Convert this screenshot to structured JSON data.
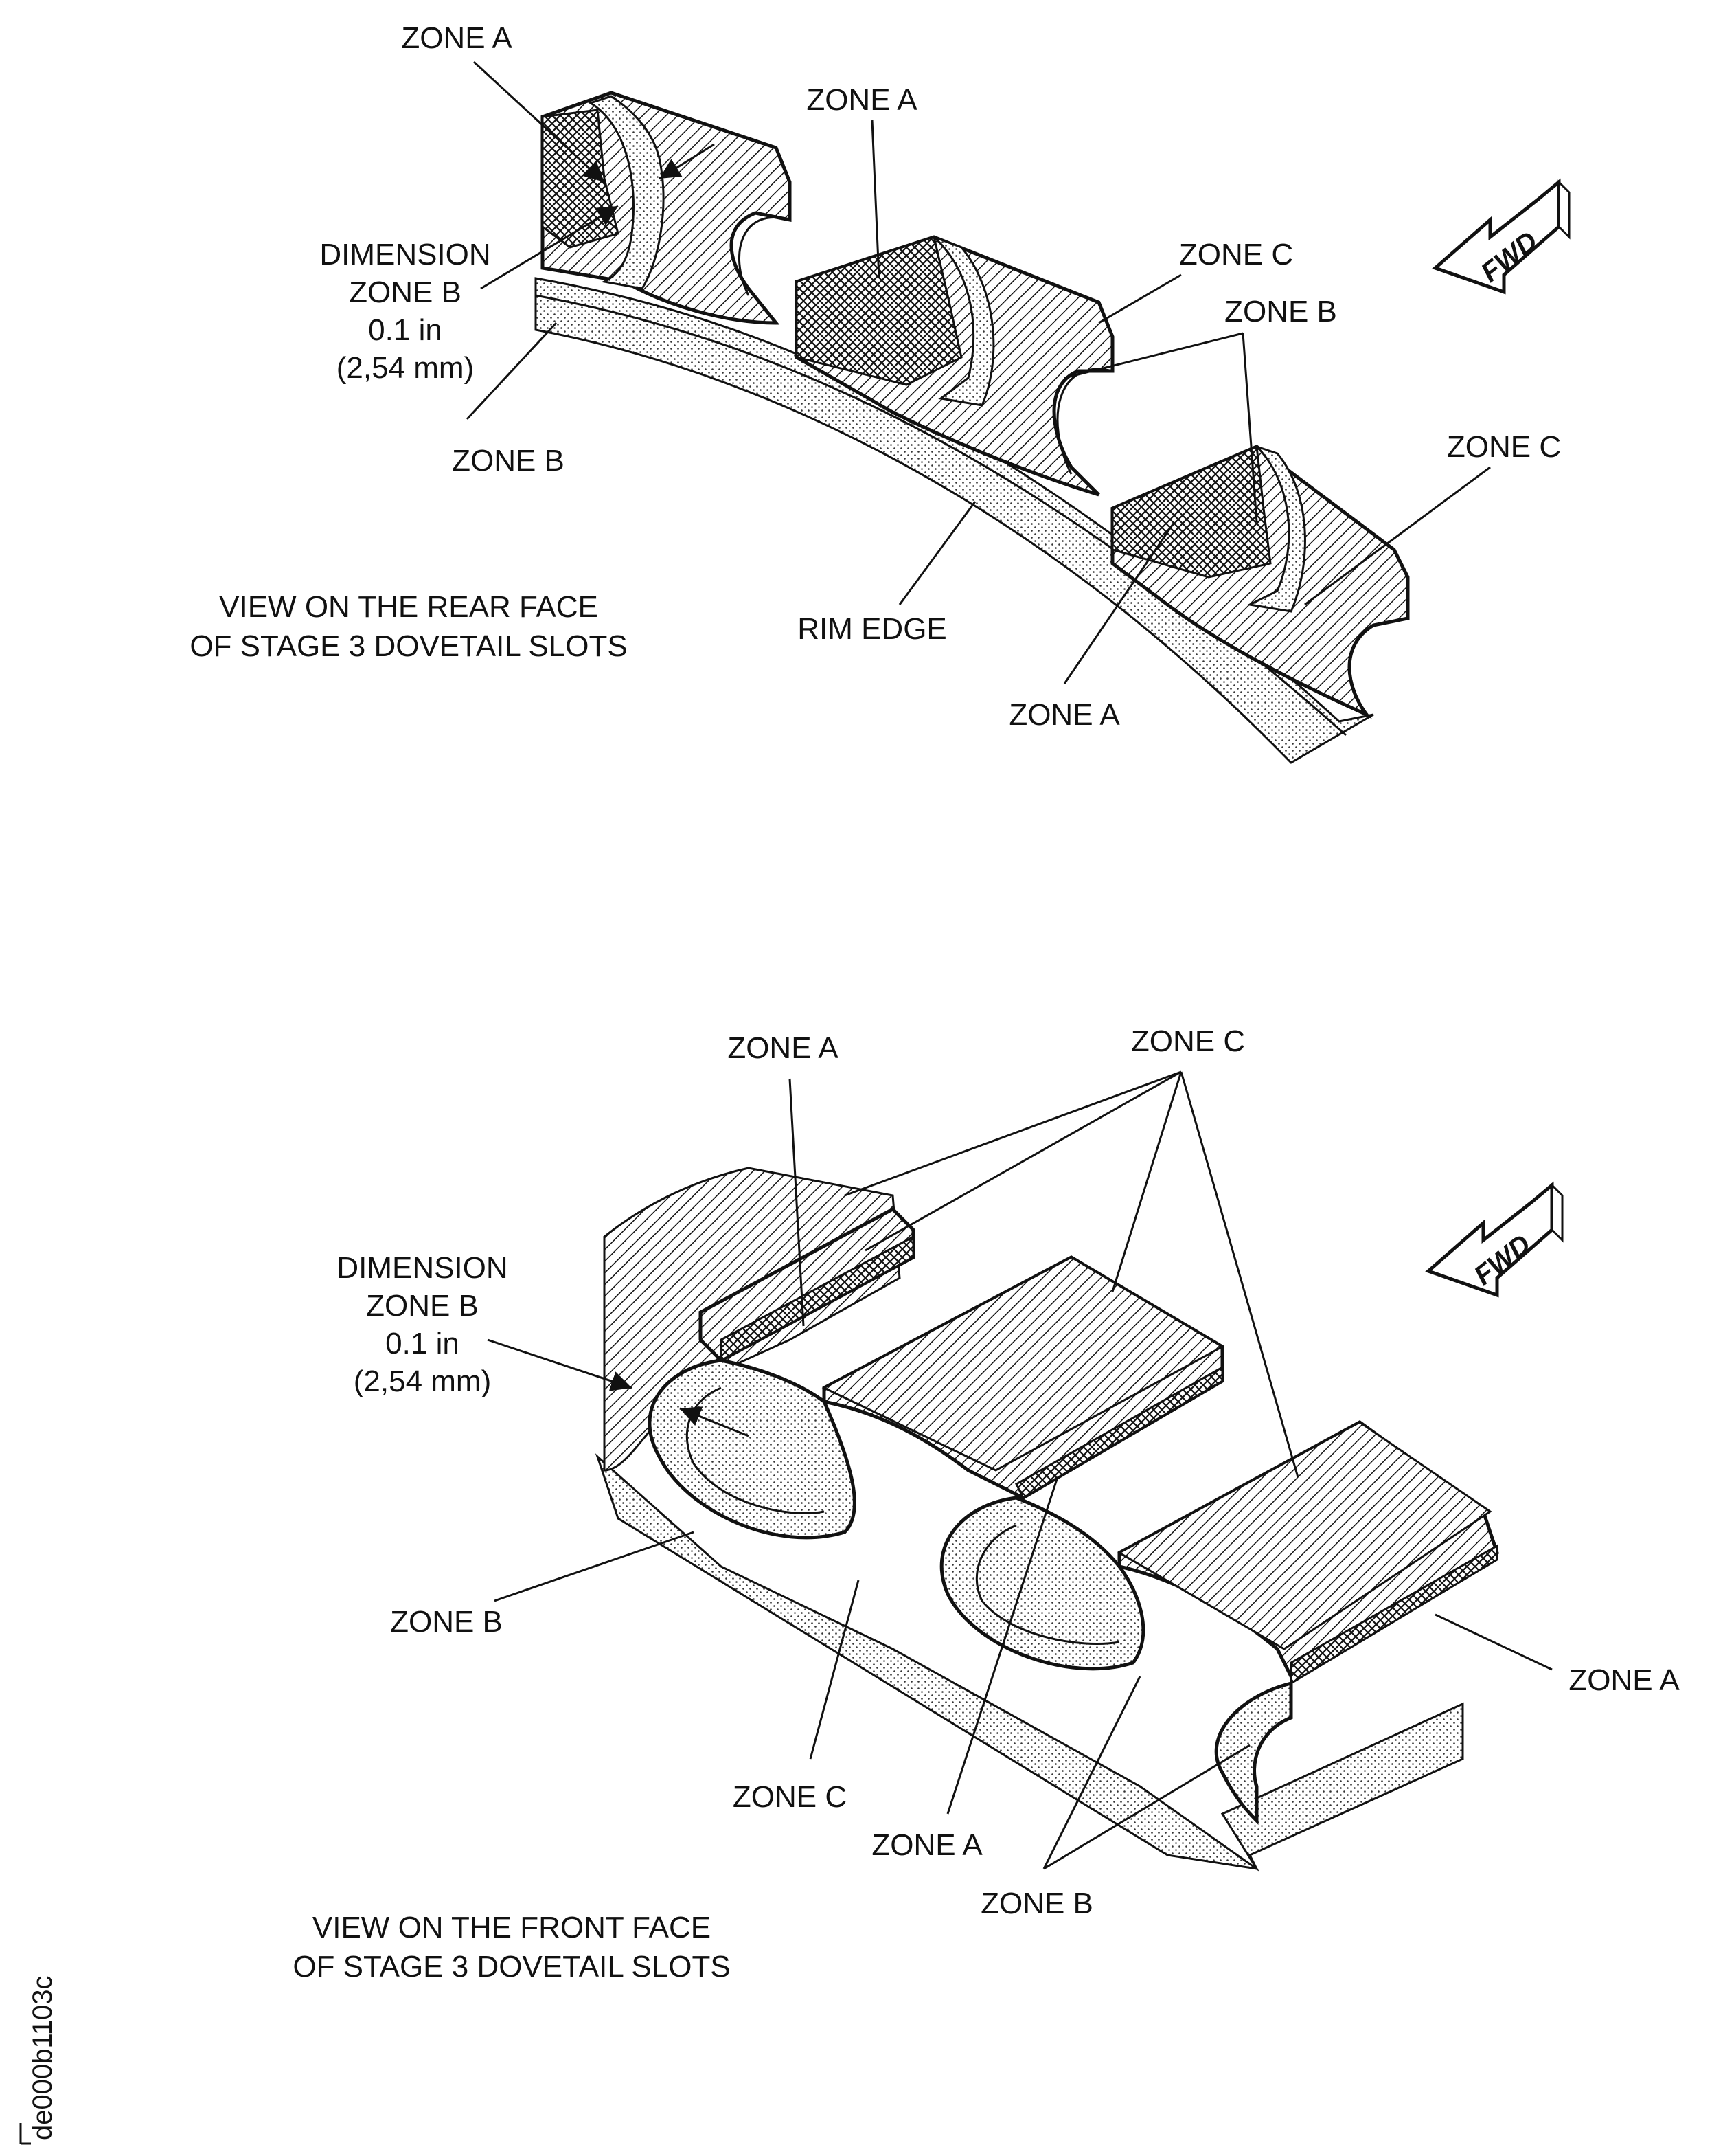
{
  "top_view": {
    "caption_line1": "VIEW ON THE REAR FACE",
    "caption_line2": "OF STAGE 3 DOVETAIL SLOTS",
    "fwd_label": "FWD",
    "labels": {
      "zone_a_top_left": "ZONE A",
      "zone_a_top_mid": "ZONE A",
      "zone_a_bottom": "ZONE A",
      "zone_b_left": "ZONE B",
      "zone_b_right": "ZONE B",
      "zone_c_mid": "ZONE C",
      "zone_c_right": "ZONE C",
      "rim_edge": "RIM EDGE",
      "dimension_line1": "DIMENSION",
      "dimension_line2": "ZONE B",
      "dimension_line3": "0.1 in",
      "dimension_line4": "(2,54 mm)"
    }
  },
  "bottom_view": {
    "caption_line1": "VIEW ON THE FRONT FACE",
    "caption_line2": "OF STAGE 3 DOVETAIL SLOTS",
    "fwd_label": "FWD",
    "labels": {
      "zone_a_top": "ZONE A",
      "zone_c_top": "ZONE C",
      "zone_a_right": "ZONE A",
      "zone_b_left": "ZONE B",
      "zone_c_bottom": "ZONE C",
      "zone_a_bottom": "ZONE A",
      "zone_b_bottom": "ZONE B",
      "dimension_line1": "DIMENSION",
      "dimension_line2": "ZONE B",
      "dimension_line3": "0.1 in",
      "dimension_line4": "(2,54 mm)"
    }
  },
  "figure_id": "de000b1103c",
  "colors": {
    "ink": "#111111",
    "background": "#ffffff"
  }
}
